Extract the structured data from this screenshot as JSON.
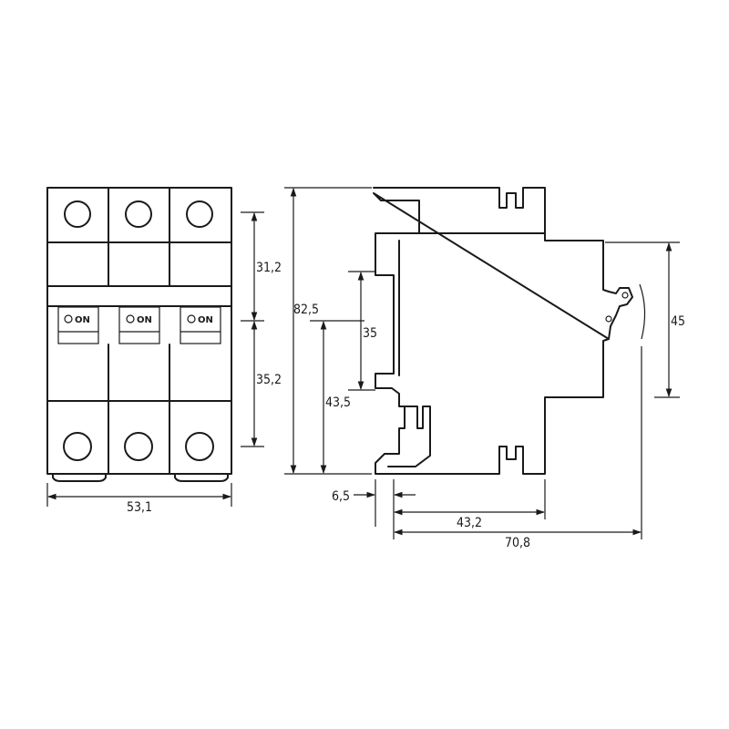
{
  "switch_label": "ON",
  "dimensions": {
    "front_width": "53,1",
    "front_upper": "31,2",
    "front_lower": "35,2",
    "height_total": "82,5",
    "rail_span": "35",
    "rail_to_base": "43,5",
    "side_depth_body": "43,2",
    "side_depth_total": "70,8",
    "side_offset": "6,5",
    "toggle_height": "45"
  },
  "colors": {
    "line": "#1a1a1a",
    "background": "#ffffff"
  }
}
